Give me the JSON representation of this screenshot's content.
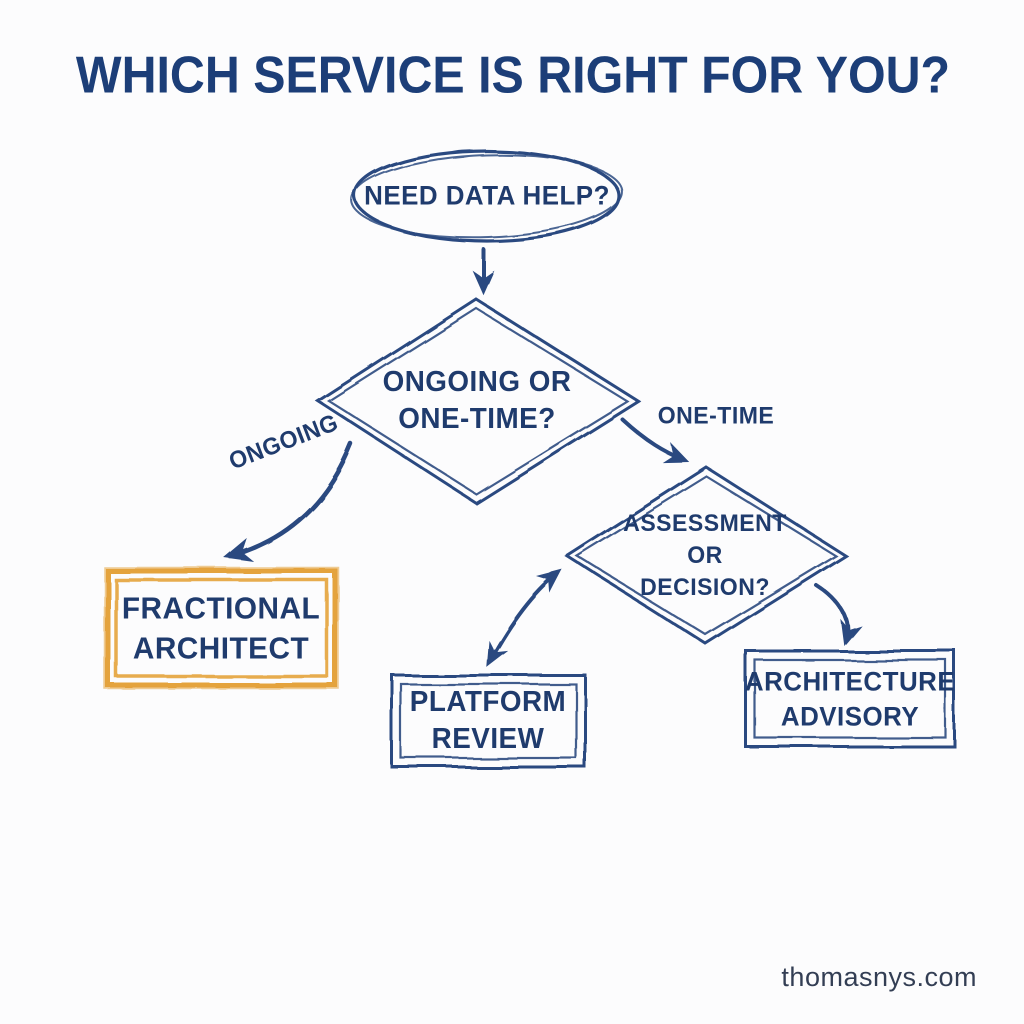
{
  "title": "WHICH SERVICE IS RIGHT FOR YOU?",
  "watermark": "thomasnys.com",
  "flowchart": {
    "start": {
      "label": "NEED DATA HELP?",
      "type": "oval"
    },
    "decision_service": {
      "label": "ONGOING OR\nONE-TIME?",
      "type": "diamond"
    },
    "branch_ongoing": {
      "label": "ONGOING"
    },
    "branch_one_time": {
      "label": "ONE-TIME"
    },
    "decision_type": {
      "label": "ASSESSMENT\nOR\nDECISION?",
      "type": "diamond"
    },
    "outcome_fractional": {
      "label": "FRACTIONAL\nARCHITECT",
      "type": "box",
      "accent": "orange"
    },
    "outcome_platform": {
      "label": "PLATFORM\nREVIEW",
      "type": "box"
    },
    "outcome_advisory": {
      "label": "ARCHITECTURE\nADVISORY",
      "type": "box"
    }
  },
  "colors": {
    "navy_text": "#1f3b6d",
    "ink_blue": "#2b4a80",
    "accent_orange": "#e4a33c",
    "watermark_gray": "#333e54",
    "background": "#fcfcfd"
  }
}
